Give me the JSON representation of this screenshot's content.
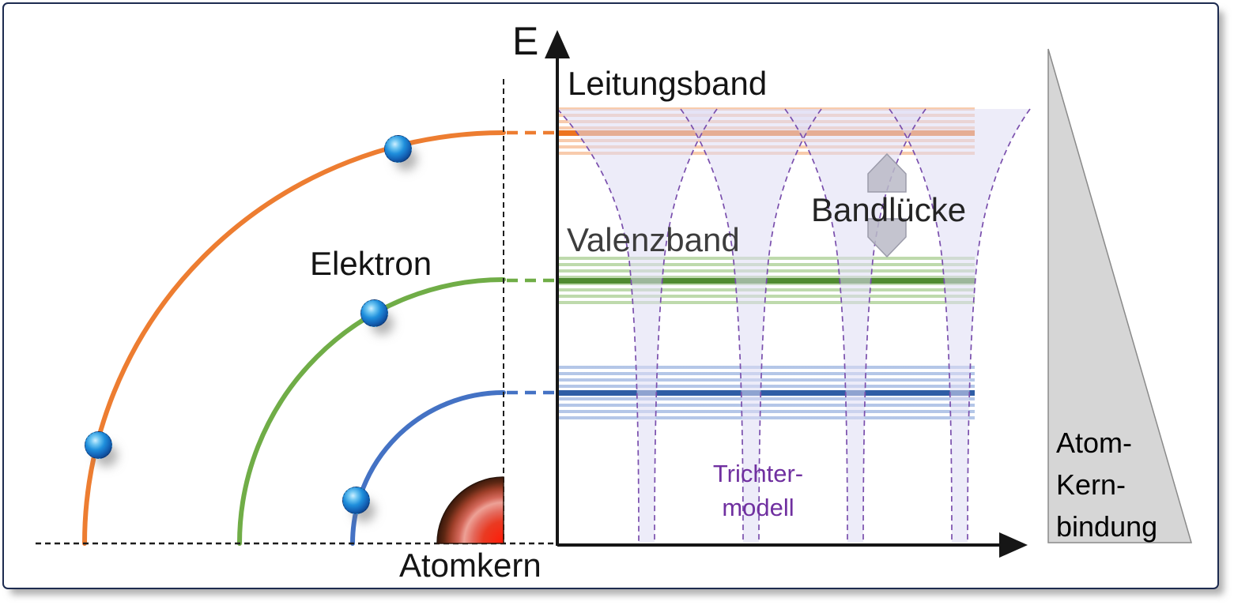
{
  "figure": {
    "energy_axis_label": "E",
    "labels": {
      "conduction_band": "Leitungsband",
      "valence_band": "Valenzband",
      "band_gap": "Bandlücke",
      "electron": "Elektron",
      "nucleus": "Atomkern"
    },
    "funnel_model": {
      "line1": "Trichter-",
      "line2": "modell"
    },
    "binding_triangle": {
      "line1": "Atom-",
      "line2": "Kern-",
      "line3": "bindung"
    },
    "colors": {
      "orbit_outer": "#ED7D31",
      "orbit_middle": "#70AD47",
      "orbit_inner": "#4472C4",
      "level_orange": "#ED7420",
      "level_green": "#4F8B30",
      "level_blue": "#2E5DA5",
      "funnel_stroke": "#7A4FAD",
      "funnel_fill": "rgba(223,221,244,0.55)",
      "funnel_text": "#7030A0",
      "triangle_fill": "#D6D6D6",
      "triangle_stroke": "#8A8A8A",
      "gap_arrow_fill": "rgba(186,186,199,0.85)",
      "axis_color": "#161616"
    }
  }
}
